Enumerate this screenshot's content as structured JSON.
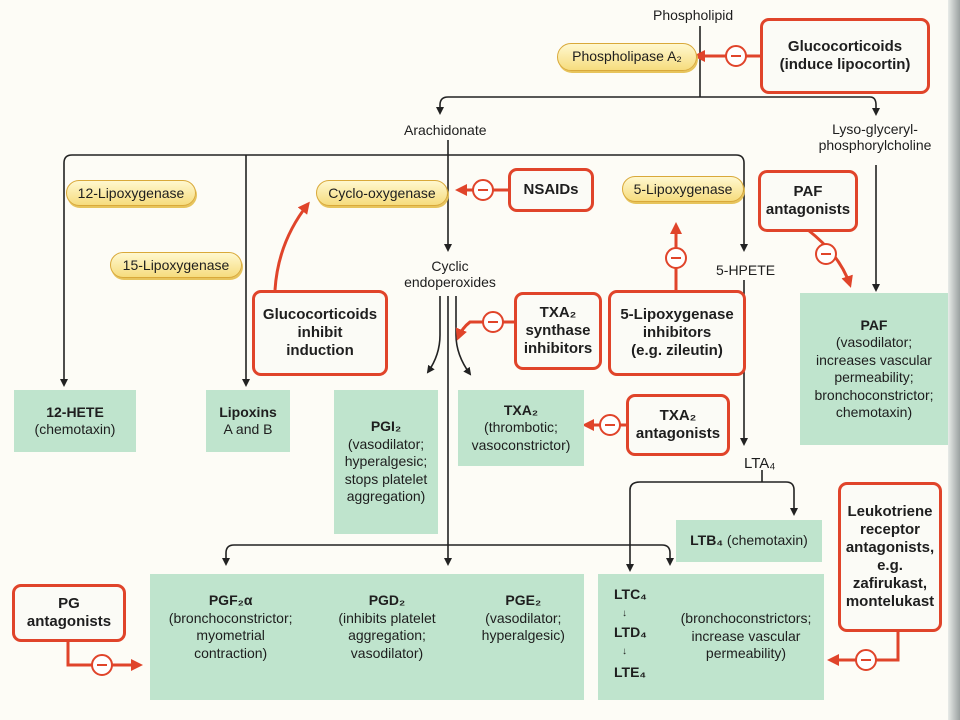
{
  "top": {
    "phospholipid": "Phospholipid",
    "arachidonate": "Arachidonate",
    "lyso_line1": "Lyso-glyceryl-",
    "lyso_line2": "phosphorylcholine",
    "cyclic_line1": "Cyclic",
    "cyclic_line2": "endoperoxides",
    "hpete": "5-HPETE",
    "lta4": "LTA₄"
  },
  "enzymes": {
    "phospholipase": "Phospholipase A₂",
    "lox12": "12-Lipoxygenase",
    "lox15": "15-Lipoxygenase",
    "cox": "Cyclo-oxygenase",
    "lox5": "5-Lipoxygenase"
  },
  "drugs": {
    "glucocorticoids_top": [
      "Glucocorticoids",
      "(induce lipocortin)"
    ],
    "nsaids": "NSAIDs",
    "paf_antagonists": [
      "PAF",
      "antagonists"
    ],
    "glucocorticoids_inhibit": [
      "Glucocorticoids",
      "inhibit",
      "induction"
    ],
    "txa2_synthase": [
      "TXA₂",
      "synthase",
      "inhibitors"
    ],
    "lox5_inhibitors": [
      "5-Lipoxygenase",
      "inhibitors",
      "(e.g. zileutin)"
    ],
    "txa2_antagonists": [
      "TXA₂",
      "antagonists"
    ],
    "leukotriene_antagonists": [
      "Leukotriene",
      "receptor",
      "antagonists,",
      "e.g.",
      "zafirukast,",
      "montelukast"
    ],
    "pg_antagonists": [
      "PG",
      "antagonists"
    ]
  },
  "products": {
    "paf": {
      "title": "PAF",
      "lines": [
        "(vasodilator;",
        "increases vascular",
        "permeability;",
        "bronchoconstrictor;",
        "chemotaxin)"
      ]
    },
    "hete12": {
      "title": "12-HETE",
      "lines": [
        "(chemotaxin)"
      ]
    },
    "lipoxins": {
      "title": "Lipoxins",
      "lines": [
        "A and B"
      ]
    },
    "pgi2": {
      "title": "PGI₂",
      "lines": [
        "(vasodilator;",
        "hyperalgesic;",
        "stops platelet",
        "aggregation)"
      ]
    },
    "txa2": {
      "title": "TXA₂",
      "lines": [
        "(thrombotic;",
        "vasoconstrictor)"
      ]
    },
    "ltb4": {
      "title": "LTB₄",
      "rest": " (chemotaxin)"
    },
    "pgf2a": {
      "title": "PGF₂α",
      "lines": [
        "(bronchoconstrictor;",
        "myometrial",
        "contraction)"
      ]
    },
    "pgd2": {
      "title": "PGD₂",
      "lines": [
        "(inhibits platelet",
        "aggregation;",
        "vasodilator)"
      ]
    },
    "pge2": {
      "title": "PGE₂",
      "lines": [
        "(vasodilator;",
        "hyperalgesic)"
      ]
    },
    "leukotrienes": {
      "items": [
        "LTC₄",
        "LTD₄",
        "LTE₄"
      ],
      "lines": [
        "(bronchoconstrictors;",
        "increase vascular",
        "permeability)"
      ]
    }
  },
  "inhibit_symbol": "−",
  "colors": {
    "inhibit_red": "#e0442a",
    "product_green": "#bfe4cd",
    "enzyme_yellow": "#f6dc7e"
  }
}
